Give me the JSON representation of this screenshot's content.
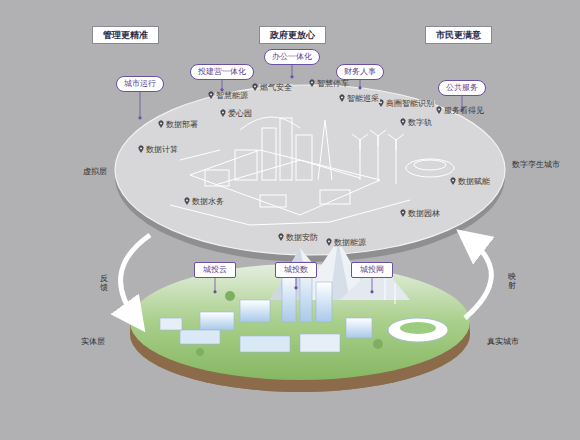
{
  "diagram": {
    "nodes": [
      {
        "text": [
          "管理更精准"
        ]
      },
      {
        "text": [
          "政府更放心"
        ]
      },
      {
        "text": [
          "市民更满意"
        ]
      },
      {
        "text": [
          "城市运行"
        ]
      },
      {
        "text": [
          "投建营一体化"
        ]
      },
      {
        "text": [
          "办公一体化"
        ]
      },
      {
        "text": [
          "财务人事"
        ]
      },
      {
        "text": [
          "公共服务"
        ]
      },
      {
        "text": [
          "城投云"
        ]
      },
      {
        "text": [
          "城投数"
        ]
      },
      {
        "text": [
          "城投网"
        ]
      }
    ],
    "labels": [
      "虚拟层",
      "数字孪生城市",
      "数据部署",
      "数据计算",
      "智慧能源",
      "燃气安全",
      "智慧停车",
      "智能巡采",
      "商圈智能识别",
      "服务看得见",
      "爱心园",
      "数字轨",
      "数据赋能",
      "数据水务",
      "数据园林",
      "数据安防",
      "数据能源",
      "反馈",
      "映射",
      "实体层",
      "真实城市"
    ]
  }
}
